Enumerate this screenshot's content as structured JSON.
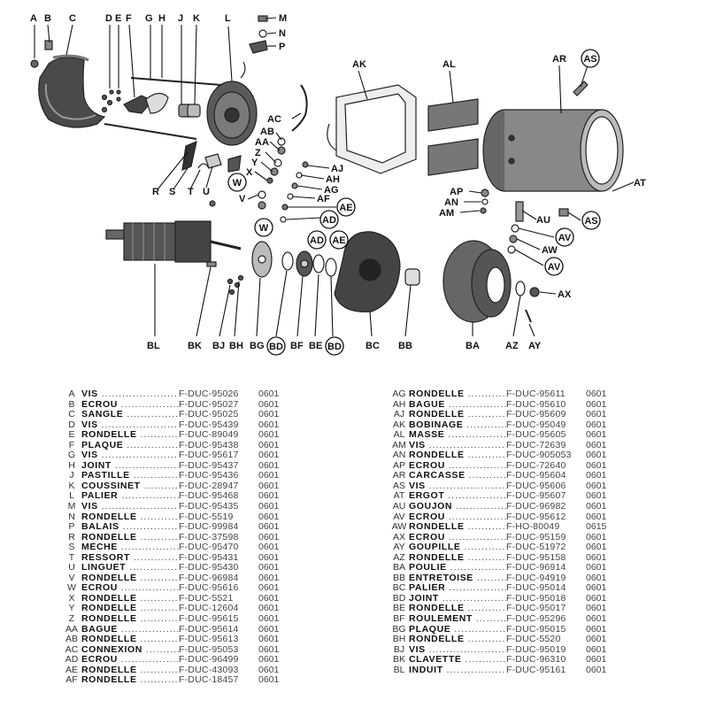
{
  "callouts": [
    "A",
    "B",
    "C",
    "D",
    "E",
    "F",
    "G",
    "H",
    "J",
    "K",
    "L",
    "M",
    "N",
    "P",
    "AK",
    "AL",
    "AR",
    "AS",
    "AC",
    "AB",
    "AA",
    "Z",
    "Y",
    "X",
    "V",
    "W",
    "AJ",
    "AH",
    "AG",
    "AF",
    "AE",
    "AD",
    "AP",
    "AN",
    "AM",
    "AT",
    "AU",
    "AV",
    "AW",
    "AX",
    "R",
    "S",
    "T",
    "U",
    "BL",
    "BK",
    "BJ",
    "BH",
    "BG",
    "BD",
    "BF",
    "BE",
    "BC",
    "BB",
    "BA",
    "AZ",
    "AY"
  ],
  "left_parts": [
    {
      "code": "A",
      "name": "VIS",
      "ref": "F-DUC-95026",
      "qty": "0601"
    },
    {
      "code": "B",
      "name": "ÉCROU",
      "ref": "F-DUC-95027",
      "qty": "0601"
    },
    {
      "code": "C",
      "name": "SANGLE",
      "ref": "F-DUC-95025",
      "qty": "0601"
    },
    {
      "code": "D",
      "name": "VIS",
      "ref": "F-DUC-95439",
      "qty": "0601"
    },
    {
      "code": "E",
      "name": "RONDELLE",
      "ref": "F-DUC-89049",
      "qty": "0601"
    },
    {
      "code": "F",
      "name": "PLAQUE",
      "ref": "F-DUC-95438",
      "qty": "0601"
    },
    {
      "code": "G",
      "name": "VIS",
      "ref": "F-DUC-95617",
      "qty": "0601"
    },
    {
      "code": "H",
      "name": "JOINT",
      "ref": "F-DUC-95437",
      "qty": "0601"
    },
    {
      "code": "J",
      "name": "PASTILLE",
      "ref": "F-DUC-95436",
      "qty": "0601"
    },
    {
      "code": "K",
      "name": "COUSSINET",
      "ref": "F-DUC-28947",
      "qty": "0601"
    },
    {
      "code": "L",
      "name": "PALIER",
      "ref": "F-DUC-95468",
      "qty": "0601"
    },
    {
      "code": "M",
      "name": "VIS",
      "ref": "F-DUC-95435",
      "qty": "0601"
    },
    {
      "code": "N",
      "name": "RONDELLE",
      "ref": "F-DUC-5519",
      "qty": "0601"
    },
    {
      "code": "P",
      "name": "BALAIS",
      "ref": "F-DUC-99984",
      "qty": "0601"
    },
    {
      "code": "R",
      "name": "RONDELLE",
      "ref": "F-DUC-37598",
      "qty": "0601"
    },
    {
      "code": "S",
      "name": "MÈCHE",
      "ref": "F-DUC-95470",
      "qty": "0601"
    },
    {
      "code": "T",
      "name": "RESSORT",
      "ref": "F-DUC-95431",
      "qty": "0601"
    },
    {
      "code": "U",
      "name": "LINGUET",
      "ref": "F-DUC-95430",
      "qty": "0601"
    },
    {
      "code": "V",
      "name": "RONDELLE",
      "ref": "F-DUC-96984",
      "qty": "0601"
    },
    {
      "code": "W",
      "name": "ÉCROU",
      "ref": "F-DUC-95616",
      "qty": "0601"
    },
    {
      "code": "X",
      "name": "RONDELLE",
      "ref": "F-DUC-5521",
      "qty": "0601"
    },
    {
      "code": "Y",
      "name": "RONDELLE",
      "ref": "F-DUC-12604",
      "qty": "0601"
    },
    {
      "code": "Z",
      "name": "RONDELLE",
      "ref": "F-DUC-95615",
      "qty": "0601"
    },
    {
      "code": "AA",
      "name": "BAGUE",
      "ref": "F-DUC-95614",
      "qty": "0601"
    },
    {
      "code": "AB",
      "name": "RONDELLE",
      "ref": "F-DUC-95613",
      "qty": "0601"
    },
    {
      "code": "AC",
      "name": "CONNEXION",
      "ref": "F-DUC-95053",
      "qty": "0601"
    },
    {
      "code": "AD",
      "name": "ÉCROU",
      "ref": "F-DUC-96499",
      "qty": "0601"
    },
    {
      "code": "AE",
      "name": "RONDELLE",
      "ref": "F-DUC-43093",
      "qty": "0601"
    },
    {
      "code": "AF",
      "name": "RONDELLE",
      "ref": "F-DUC-18457",
      "qty": "0601"
    }
  ],
  "right_parts": [
    {
      "code": "AG",
      "name": "RONDELLE",
      "ref": "F-DUC-95611",
      "qty": "0601"
    },
    {
      "code": "AH",
      "name": "BAGUE",
      "ref": "F-DUC-95610",
      "qty": "0601"
    },
    {
      "code": "AJ",
      "name": "RONDELLE",
      "ref": "F-DUC-95609",
      "qty": "0601"
    },
    {
      "code": "AK",
      "name": "BOBINAGE",
      "ref": "F-DUC-95049",
      "qty": "0601"
    },
    {
      "code": "AL",
      "name": "MASSE",
      "ref": "F-DUC-95605",
      "qty": "0601"
    },
    {
      "code": "AM",
      "name": "VIS",
      "ref": "F-DUC-72639",
      "qty": "0601"
    },
    {
      "code": "AN",
      "name": "RONDELLE",
      "ref": "F-DUC-905053",
      "qty": "0601"
    },
    {
      "code": "AP",
      "name": "ÉCROU",
      "ref": "F-DUC-72640",
      "qty": "0601"
    },
    {
      "code": "AR",
      "name": "CARCASSE",
      "ref": "F-DUC-95604",
      "qty": "0601"
    },
    {
      "code": "AS",
      "name": "VIS",
      "ref": "F-DUC-95606",
      "qty": "0601"
    },
    {
      "code": "AT",
      "name": "ERGOT",
      "ref": "F-DUC-95607",
      "qty": "0601"
    },
    {
      "code": "AU",
      "name": "GOUJON",
      "ref": "F-DUC-96982",
      "qty": "0601"
    },
    {
      "code": "AV",
      "name": "ÉCROU",
      "ref": "F-DUC-95612",
      "qty": "0601"
    },
    {
      "code": "AW",
      "name": "RONDELLE",
      "ref": "F-HO-80049",
      "qty": "0615"
    },
    {
      "code": "AX",
      "name": "ÉCROU",
      "ref": "F-DUC-95159",
      "qty": "0601"
    },
    {
      "code": "AY",
      "name": "GOUPILLE",
      "ref": "F-DUC-51972",
      "qty": "0601"
    },
    {
      "code": "AZ",
      "name": "RONDELLE",
      "ref": "F-DUC-95158",
      "qty": "0601"
    },
    {
      "code": "BA",
      "name": "POULIE",
      "ref": "F-DUC-96914",
      "qty": "0601"
    },
    {
      "code": "BB",
      "name": "ENTRETOISE",
      "ref": "F-DUC-94919",
      "qty": "0601"
    },
    {
      "code": "BC",
      "name": "PALIER",
      "ref": "F-DUC-95014",
      "qty": "0601"
    },
    {
      "code": "BD",
      "name": "JOINT",
      "ref": "F-DUC-95018",
      "qty": "0601"
    },
    {
      "code": "BE",
      "name": "RONDELLE",
      "ref": "F-DUC-95017",
      "qty": "0601"
    },
    {
      "code": "BF",
      "name": "ROULEMENT",
      "ref": "F-DUC-95296",
      "qty": "0601"
    },
    {
      "code": "BG",
      "name": "PLAQUE",
      "ref": "F-DUC-95015",
      "qty": "0601"
    },
    {
      "code": "BH",
      "name": "RONDELLE",
      "ref": "F-DUC-5520",
      "qty": "0601"
    },
    {
      "code": "BJ",
      "name": "VIS",
      "ref": "F-DUC-95019",
      "qty": "0601"
    },
    {
      "code": "BK",
      "name": "CLAVETTE",
      "ref": "F-DUC-96310",
      "qty": "0601"
    },
    {
      "code": "BL",
      "name": "INDUIT",
      "ref": "F-DUC-95161",
      "qty": "0601"
    }
  ]
}
